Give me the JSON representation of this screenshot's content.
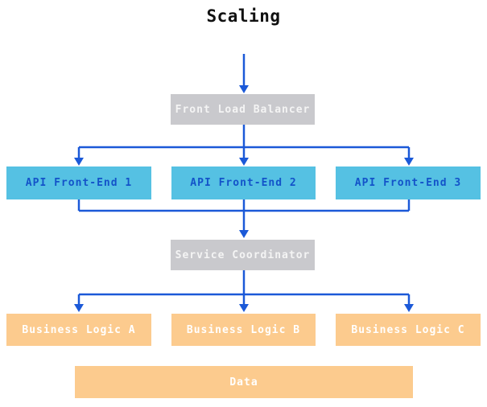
{
  "title": "Scaling",
  "nodes": {
    "flb": {
      "label": "Front Load Balancer"
    },
    "api1": {
      "label": "API Front-End 1"
    },
    "api2": {
      "label": "API Front-End 2"
    },
    "api3": {
      "label": "API Front-End 3"
    },
    "svc": {
      "label": "Service Coordinator"
    },
    "bla": {
      "label": "Business Logic A"
    },
    "blb": {
      "label": "Business Logic B"
    },
    "blc": {
      "label": "Business Logic C"
    },
    "data": {
      "label": "Data"
    }
  },
  "edges": [
    {
      "from": "flb",
      "to": "api1"
    },
    {
      "from": "flb",
      "to": "api2"
    },
    {
      "from": "flb",
      "to": "api3"
    },
    {
      "from": "api1",
      "to": "svc"
    },
    {
      "from": "api2",
      "to": "svc"
    },
    {
      "from": "api3",
      "to": "svc"
    },
    {
      "from": "svc",
      "to": "bla"
    },
    {
      "from": "svc",
      "to": "blb"
    },
    {
      "from": "svc",
      "to": "blc"
    }
  ],
  "colors": {
    "arrow": "#1b59d8",
    "gray_node": "#c9c9cd",
    "blue_node": "#55c1e3",
    "blue_node_text": "#1353c9",
    "orange_node": "#fccb8e",
    "node_text_light": "#ffffff",
    "title_text": "#111111",
    "background": "#ffffff"
  }
}
